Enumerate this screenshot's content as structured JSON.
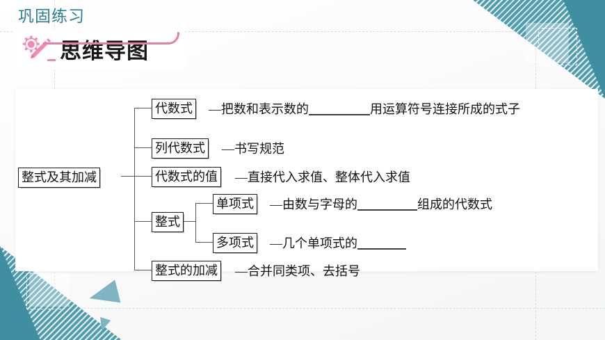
{
  "header": {
    "kicker": "巩固练习",
    "badge_title": "思维导图",
    "badge_icon": "gear-pencil-icon"
  },
  "mindmap": {
    "root": "整式及其加减",
    "branches": [
      {
        "label": "代数式",
        "dash": "—",
        "desc_before": "把数和表示数的",
        "has_blank": true,
        "blank_width": 88,
        "desc_after": "用运算符号连接所成的式子"
      },
      {
        "label": "列代数式",
        "dash": "—",
        "desc_before": "书写规范",
        "has_blank": false,
        "blank_width": 0,
        "desc_after": ""
      },
      {
        "label": "代数式的值",
        "dash": "—",
        "desc_before": "直接代入求值、整体代入求值",
        "has_blank": false,
        "blank_width": 0,
        "desc_after": ""
      },
      {
        "label": "整式",
        "dash": "—",
        "desc_before": "",
        "has_blank": false,
        "blank_width": 0,
        "desc_after": "",
        "children": [
          {
            "label": "单项式",
            "dash": "—",
            "desc_before": "由数与字母的",
            "has_blank": true,
            "blank_width": 86,
            "desc_after": "组成的代数式"
          },
          {
            "label": "多项式",
            "dash": "—",
            "desc_before": "几个单项式的",
            "has_blank": true,
            "blank_width": 70,
            "desc_after": ""
          }
        ]
      },
      {
        "label": "整式的加减",
        "dash": "—",
        "desc_before": "合并同类项、去括号",
        "has_blank": false,
        "blank_width": 0,
        "desc_after": ""
      }
    ]
  },
  "colors": {
    "teal": "#4e9cae",
    "teal_dark": "#3f8ea2",
    "kicker": "#2b7d92",
    "pink": "#e87fab",
    "ink": "#111111"
  }
}
